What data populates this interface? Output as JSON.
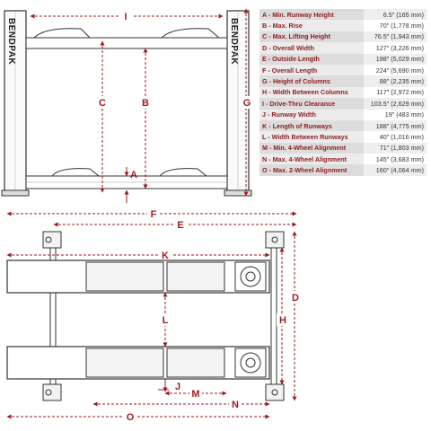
{
  "brand": "BENDPAK",
  "dim_labels": {
    "I": "I",
    "C": "C",
    "B": "B",
    "A": "A",
    "G": "G",
    "F": "F",
    "E": "E",
    "K": "K",
    "D": "D",
    "H": "H",
    "L": "L",
    "J": "J",
    "M": "M",
    "N": "N",
    "O": "O"
  },
  "specs": [
    {
      "name": "A - Min. Runway Height",
      "value": "6.5\" (165 mm)"
    },
    {
      "name": "B - Max. Rise",
      "value": "70\" (1,778 mm)"
    },
    {
      "name": "C - Max. Lifting Height",
      "value": "76.5\" (1,943 mm)"
    },
    {
      "name": "D - Overall Width",
      "value": "127\" (3,226 mm)"
    },
    {
      "name": "E - Outside Length",
      "value": "198\" (5,029 mm)"
    },
    {
      "name": "F - Overall Length",
      "value": "224\" (5,690 mm)"
    },
    {
      "name": "G - Height of Columns",
      "value": "88\" (2,235 mm)"
    },
    {
      "name": "H - Width Between Columns",
      "value": "117\" (2,972 mm)"
    },
    {
      "name": "I - Drive-Thru Clearance",
      "value": "103.5\" (2,629 mm)"
    },
    {
      "name": "J - Runway Width",
      "value": "19\" (483 mm)"
    },
    {
      "name": "K - Length of Runways",
      "value": "188\" (4,775 mm)"
    },
    {
      "name": "L - Width Between Runways",
      "value": "40\" (1,016 mm)"
    },
    {
      "name": "M - Min. 4-Wheel Alignment",
      "value": "71\" (1,803 mm)"
    },
    {
      "name": "N - Max. 4-Wheel Alignment",
      "value": "145\" (3,683 mm)"
    },
    {
      "name": "O - Max. 2-Wheel Alignment",
      "value": "160\" (4,064 mm)"
    }
  ]
}
